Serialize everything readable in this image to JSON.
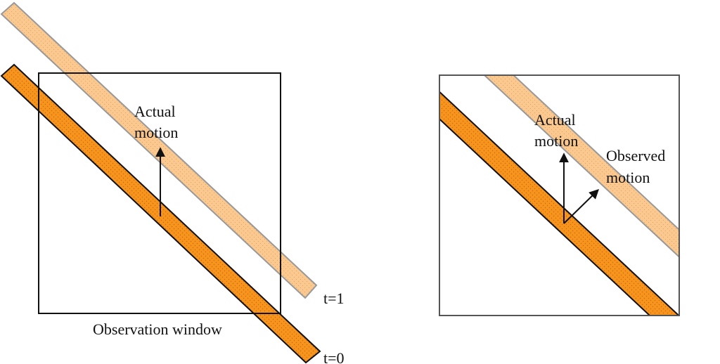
{
  "left_panel": {
    "actual_motion_line1": "Actual",
    "actual_motion_line2": "motion",
    "window_label": "Observation window",
    "t1_label": "t=1",
    "t0_label": "t=0"
  },
  "right_panel": {
    "actual_motion_line1": "Actual",
    "actual_motion_line2": "motion",
    "observed_motion_line1": "Observed",
    "observed_motion_line2": "motion"
  },
  "colors": {
    "bar_dark": "#f7941d",
    "bar_light": "#fbc98f",
    "outline": "#111111",
    "frame_gray": "#555555"
  }
}
